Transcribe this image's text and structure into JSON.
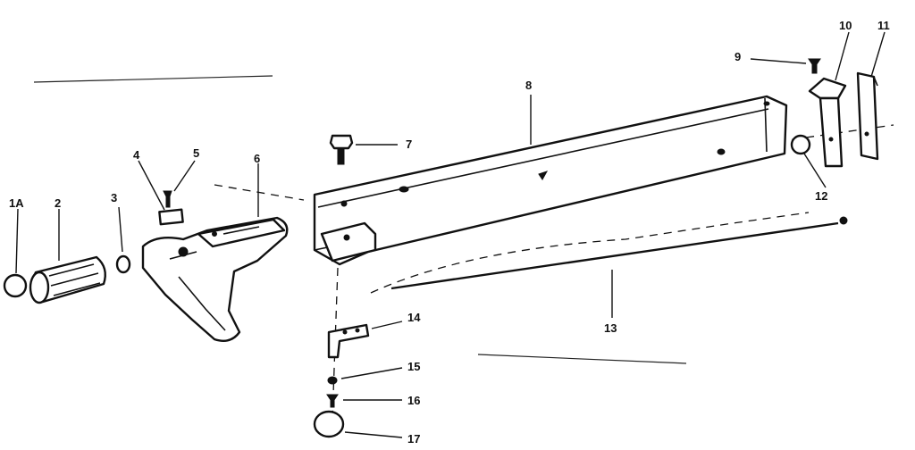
{
  "diagram": {
    "callouts": [
      {
        "id": "c1a",
        "text": "1A"
      },
      {
        "id": "c2",
        "text": "2"
      },
      {
        "id": "c3",
        "text": "3"
      },
      {
        "id": "c4",
        "text": "4"
      },
      {
        "id": "c5",
        "text": "5"
      },
      {
        "id": "c6",
        "text": "6"
      },
      {
        "id": "c7",
        "text": "7"
      },
      {
        "id": "c8",
        "text": "8"
      },
      {
        "id": "c9",
        "text": "9"
      },
      {
        "id": "c10",
        "text": "10"
      },
      {
        "id": "c11",
        "text": "11"
      },
      {
        "id": "c12",
        "text": "12"
      },
      {
        "id": "c13",
        "text": "13"
      },
      {
        "id": "c14",
        "text": "14"
      },
      {
        "id": "c15",
        "text": "15"
      },
      {
        "id": "c16",
        "text": "16"
      },
      {
        "id": "c17",
        "text": "17"
      }
    ]
  }
}
